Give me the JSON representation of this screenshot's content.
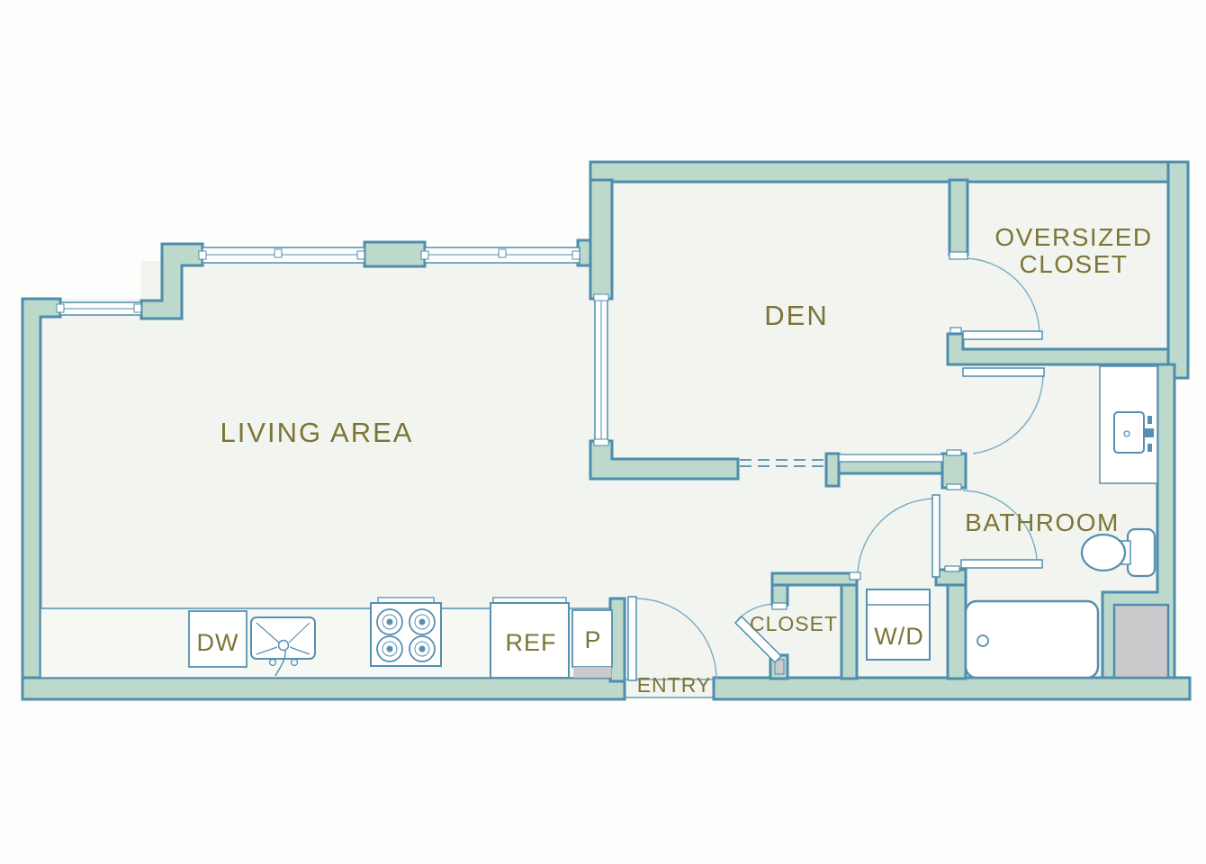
{
  "plan": {
    "title": "apartment-floor-plan",
    "palette": {
      "wall_fill": "#bcd9cc",
      "wall_stroke": "#4f8dac",
      "fixture_stroke": "#568fb0",
      "door_arc": "#7aabc6",
      "floor": "#f2f5ef",
      "page_background": "#fdfdfc",
      "label_text": "#7c7537",
      "gray_fixture": "#cbc9cc"
    },
    "rooms": {
      "living_area": {
        "label": "LIVING AREA"
      },
      "den": {
        "label": "DEN"
      },
      "oversized_closet": {
        "label_line1": "OVERSIZED",
        "label_line2": "CLOSET"
      },
      "bathroom": {
        "label": "BATHROOM"
      },
      "closet": {
        "label": "CLOSET"
      },
      "entry": {
        "label": "ENTRY"
      }
    },
    "appliances": {
      "dishwasher": {
        "label": "DW"
      },
      "refrigerator": {
        "label": "REF"
      },
      "pantry": {
        "label": "P"
      },
      "washer_dryer": {
        "label": "W/D"
      }
    }
  }
}
